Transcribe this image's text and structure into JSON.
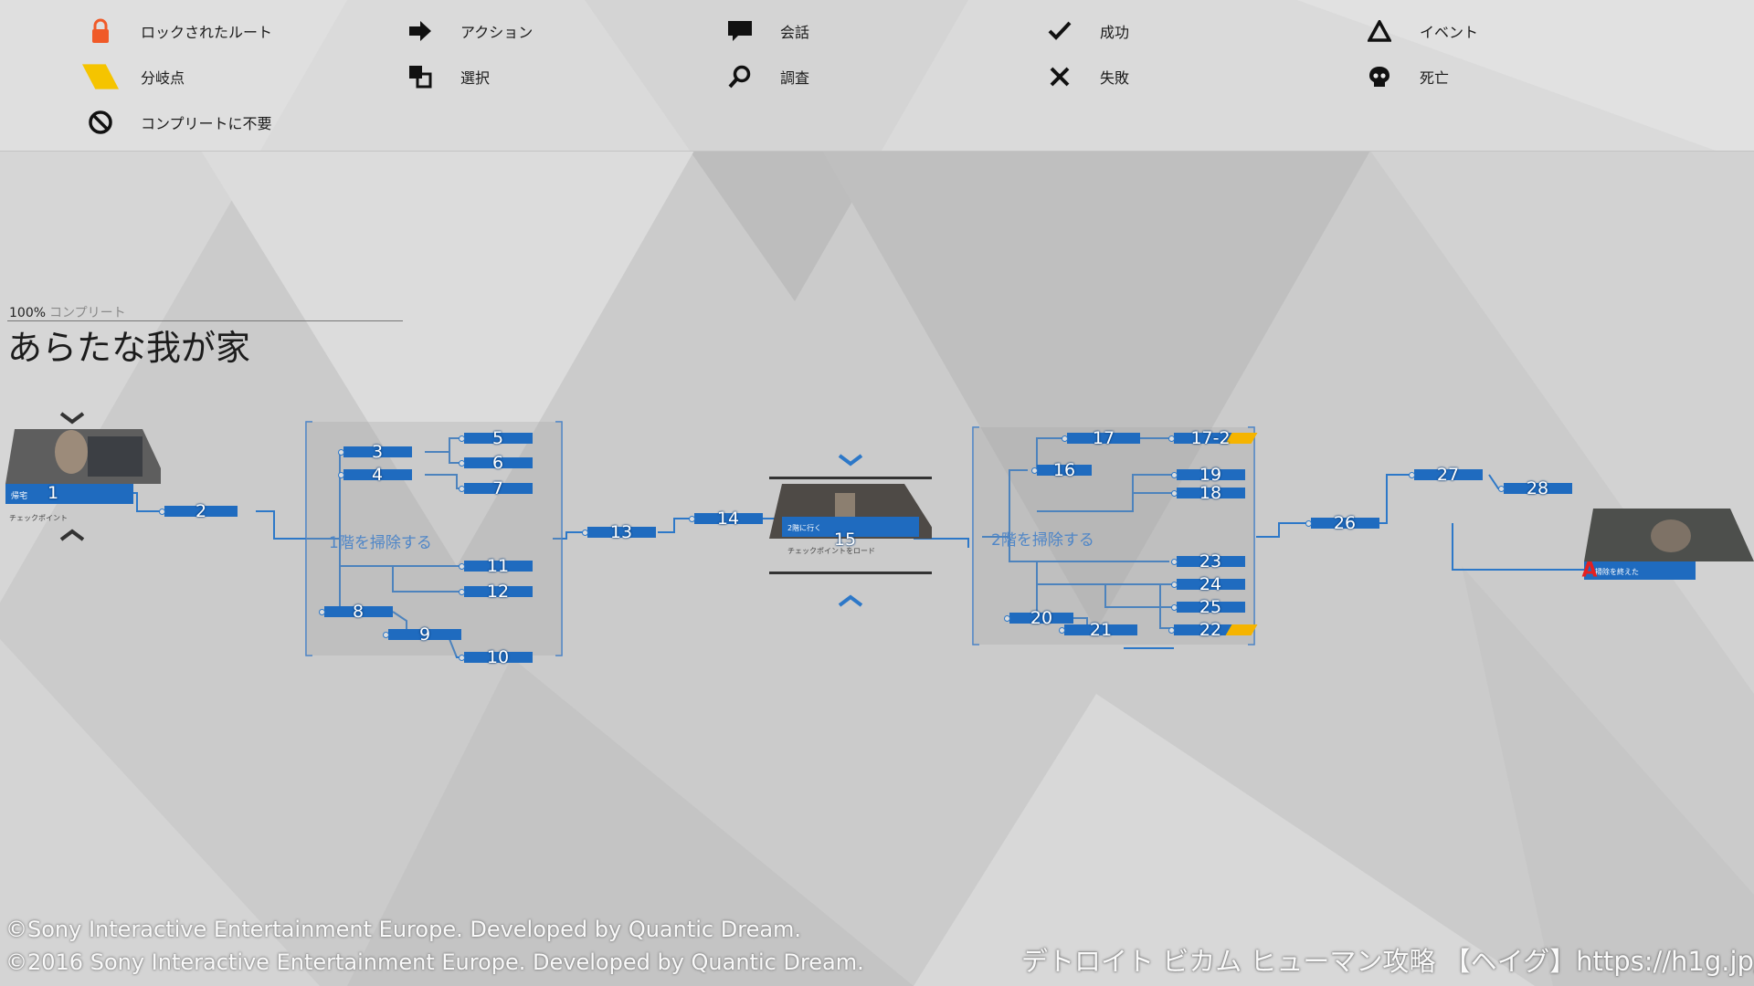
{
  "legend": [
    {
      "icon": "lock-icon",
      "label": "ロックされたルート"
    },
    {
      "icon": "arrow-right-icon",
      "label": "アクション"
    },
    {
      "icon": "speech-bubble-icon",
      "label": "会話"
    },
    {
      "icon": "check-icon",
      "label": "成功"
    },
    {
      "icon": "triangle-icon",
      "label": "イベント"
    },
    {
      "icon": "branch-point-icon",
      "label": "分岐点"
    },
    {
      "icon": "choice-icon",
      "label": "選択"
    },
    {
      "icon": "magnifier-icon",
      "label": "調査"
    },
    {
      "icon": "cross-icon",
      "label": "失敗"
    },
    {
      "icon": "skull-icon",
      "label": "死亡"
    },
    {
      "icon": "prohibited-icon",
      "label": "コンプリートに不要"
    }
  ],
  "chapter": {
    "completion_value": "100%",
    "completion_label": "コンプリート",
    "title": "あらたな我が家"
  },
  "flowchart": {
    "sections": [
      {
        "label": "1階を掃除する"
      },
      {
        "label": "2階を掃除する"
      }
    ],
    "checkpoints": [
      {
        "id": "1",
        "label": "帰宅",
        "sub": "チェックポイント"
      },
      {
        "id": "15",
        "label": "2階に行く",
        "sub": "チェックポイントをロード"
      },
      {
        "id": "end",
        "label": "掃除を終えた"
      }
    ],
    "nodes": [
      "1",
      "2",
      "3",
      "4",
      "5",
      "6",
      "7",
      "8",
      "9",
      "10",
      "11",
      "12",
      "13",
      "14",
      "15",
      "16",
      "17",
      "17-2",
      "18",
      "19",
      "20",
      "21",
      "22",
      "23",
      "24",
      "25",
      "26",
      "27",
      "28"
    ]
  },
  "colors": {
    "node": "#1f6bbf",
    "node_dark": "#0f4d92",
    "line": "#2d78c8",
    "highlight": "#f5b400",
    "branch": "#f5c400",
    "lock": "#f05a28",
    "end_marker": "#e52020"
  },
  "footer": {
    "copyright_1": "©Sony Interactive Entertainment Europe. Developed by Quantic Dream.",
    "copyright_2": "©2016 Sony Interactive Entertainment Europe. Developed by Quantic Dream.",
    "site": "デトロイト ビカム ヒューマン攻略 【ヘイグ】https://h1g.jp/"
  }
}
